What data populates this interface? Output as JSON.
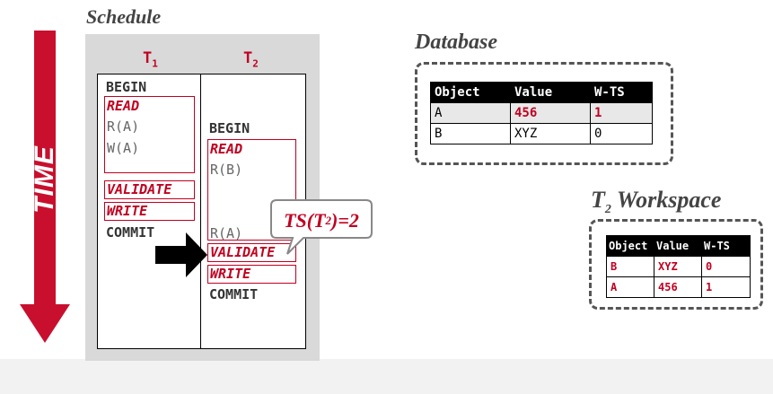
{
  "schedule": {
    "title": "Schedule",
    "time_label": "TIME",
    "t1_header": "T",
    "t1_sub": "1",
    "t2_header": "T",
    "t2_sub": "2",
    "t1_ops": {
      "begin": "BEGIN",
      "read": "READ",
      "r_a": "R(A)",
      "w_a": "W(A)",
      "validate": "VALIDATE",
      "write": "WRITE",
      "commit": "COMMIT"
    },
    "t2_ops": {
      "begin": "BEGIN",
      "read": "READ",
      "r_b": "R(B)",
      "r_a": "R(A)",
      "validate": "VALIDATE",
      "write": "WRITE",
      "commit": "COMMIT"
    }
  },
  "callout": {
    "prefix": "TS(T",
    "sub": "2",
    "suffix": ")=2"
  },
  "database": {
    "title": "Database",
    "headers": [
      "Object",
      "Value",
      "W-TS"
    ],
    "rows": [
      [
        "A",
        "456",
        "1"
      ],
      [
        "B",
        "XYZ",
        "0"
      ]
    ]
  },
  "workspace": {
    "title_prefix": "T",
    "title_sub": "2",
    "title_suffix": " Workspace",
    "headers": [
      "Object",
      "Value",
      "W-TS"
    ],
    "rows": [
      [
        "B",
        "XYZ",
        "0"
      ],
      [
        "A",
        "456",
        "1"
      ]
    ]
  },
  "colors": {
    "accent_red": "#c00020",
    "arrow_red": "#c8102e"
  }
}
